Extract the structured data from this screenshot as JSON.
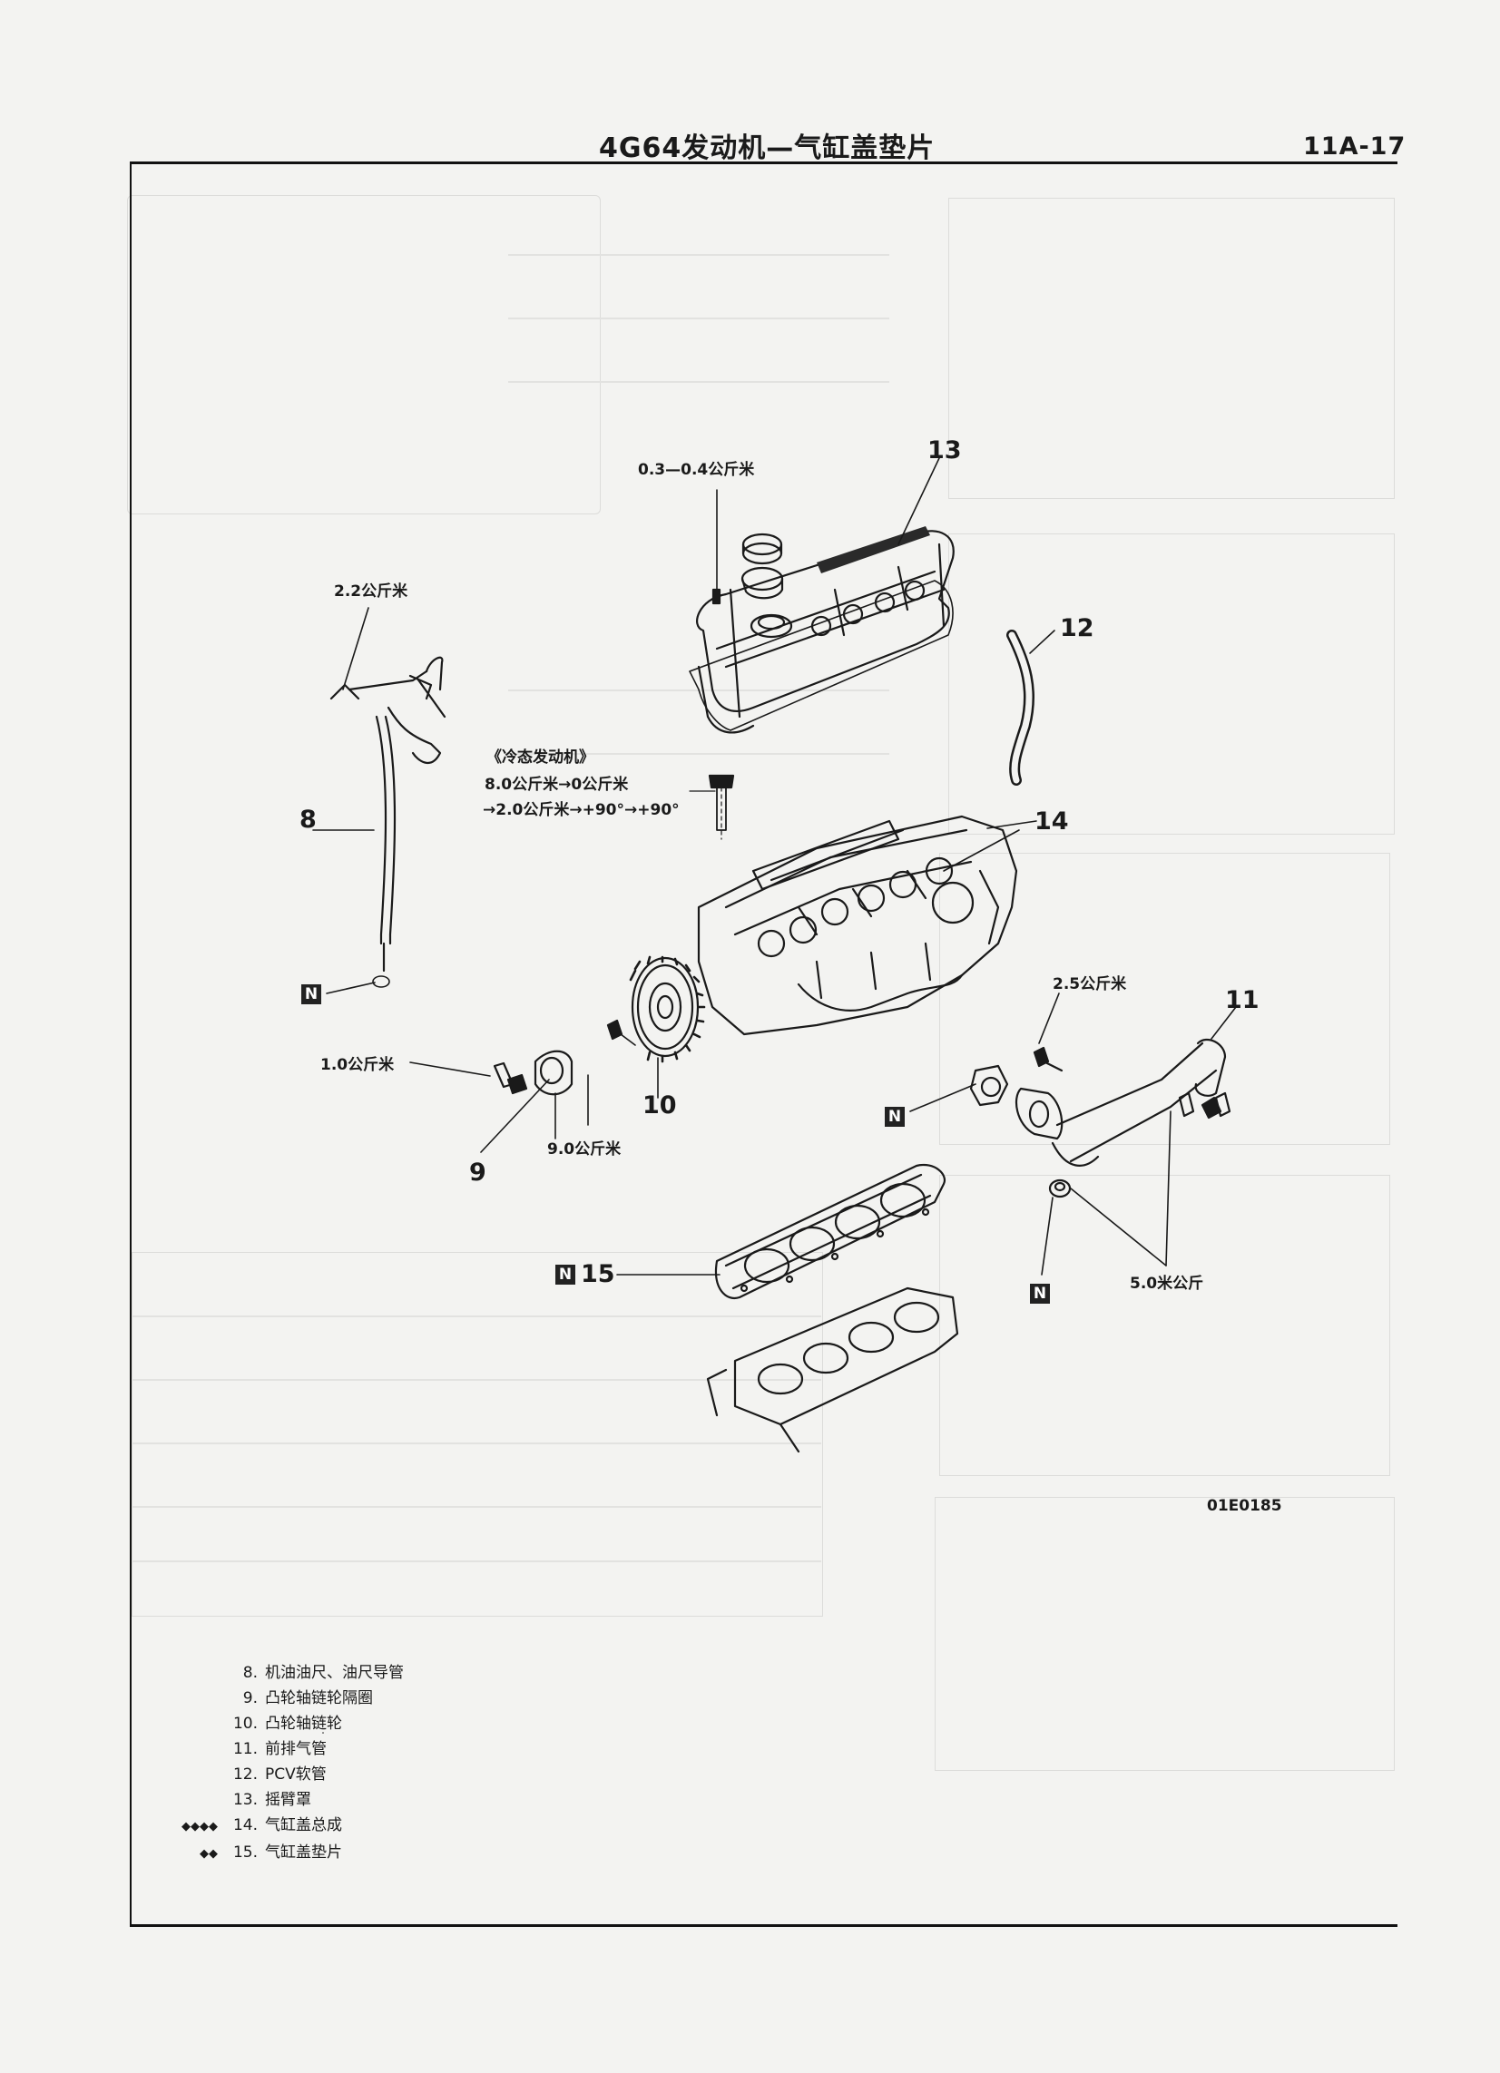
{
  "header": {
    "title": "4G64发动机—气缸盖垫片",
    "page_number": "11A-17"
  },
  "labels": {
    "torque_03_04": "0.3—0.4公斤米",
    "torque_22": "2.2公斤米",
    "cold_engine": "《冷态发动机》",
    "torque_sequence_1": "8.0公斤米→0公斤米",
    "torque_sequence_2": "→2.0公斤米→+90°→+90°",
    "torque_10": "1.0公斤米",
    "torque_90": "9.0公斤米",
    "torque_25": "2.5公斤米",
    "torque_50": "5.0米公斤",
    "figure_code": "01E0185",
    "n_mark": "N"
  },
  "callouts": {
    "c8": "8",
    "c9": "9",
    "c10": "10",
    "c11": "11",
    "c12": "12",
    "c13": "13",
    "c14": "14",
    "c15": "15"
  },
  "legend": [
    {
      "arrows": "",
      "num": "8.",
      "text": "机油油尺、油尺导管"
    },
    {
      "arrows": "",
      "num": "9.",
      "text": "凸轮轴链轮隔圈"
    },
    {
      "arrows": "",
      "num": "10.",
      "text": "凸轮轴链轮"
    },
    {
      "arrows": "",
      "num": "11.",
      "text": "前排气管"
    },
    {
      "arrows": "",
      "num": "12.",
      "text": "PCV软管"
    },
    {
      "arrows": "",
      "num": "13.",
      "text": "摇臂罩"
    },
    {
      "arrows": "◆◆◆◆",
      "num": "14.",
      "text": "气缸盖总成"
    },
    {
      "arrows": "◆◆",
      "num": "15.",
      "text": "气缸盖垫片"
    }
  ]
}
